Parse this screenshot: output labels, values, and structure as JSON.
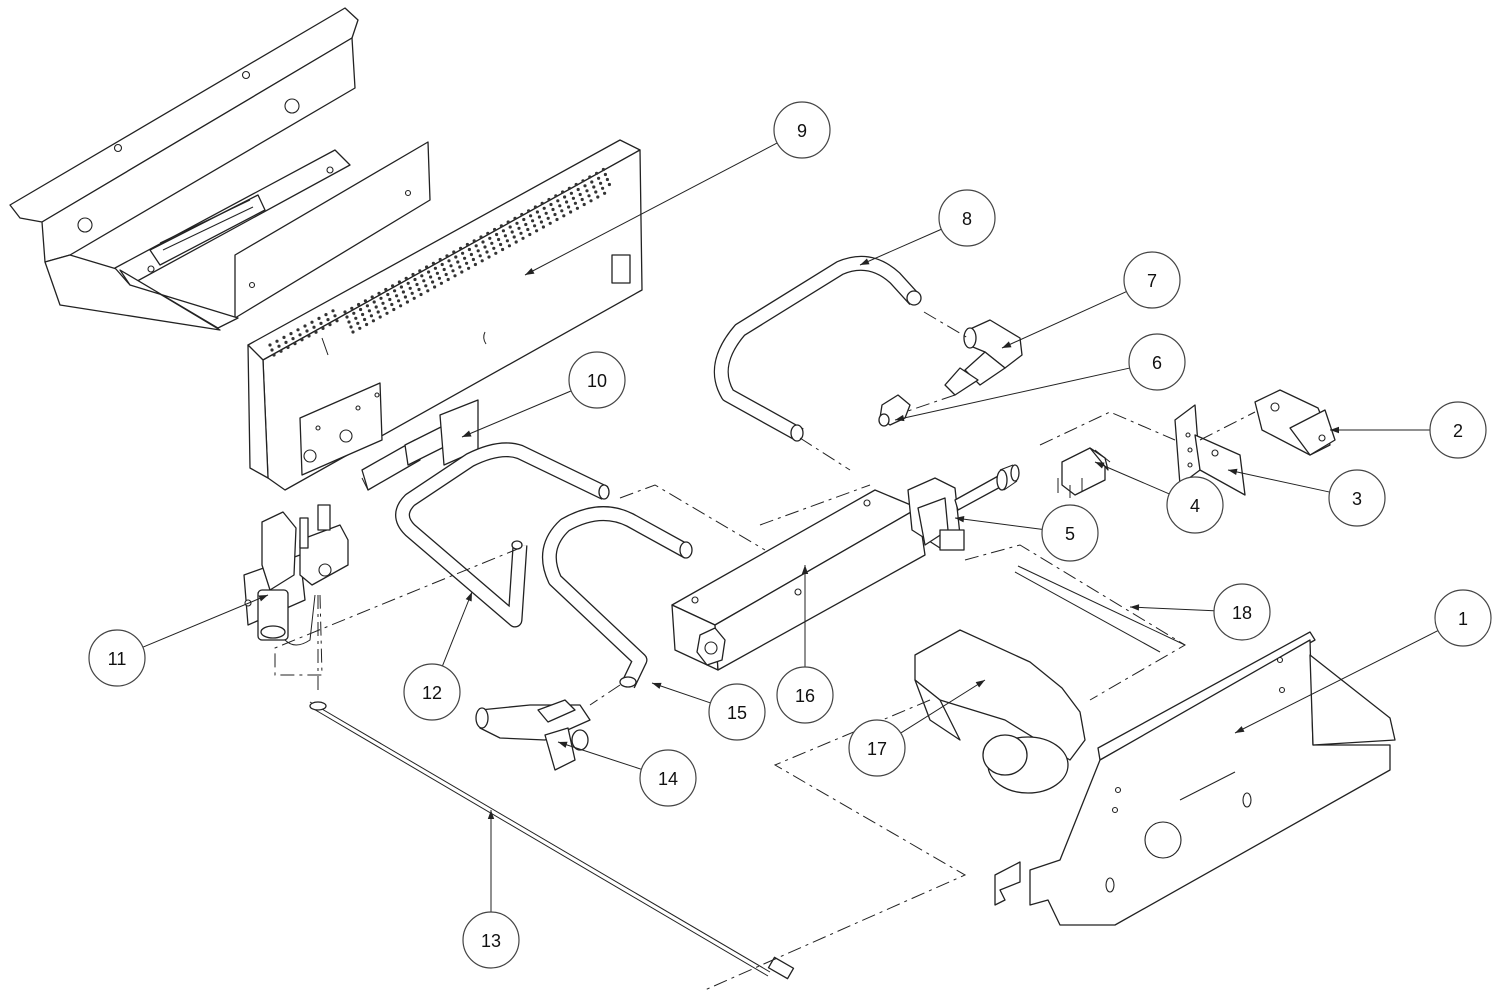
{
  "diagram": {
    "callouts": [
      "1",
      "2",
      "3",
      "4",
      "5",
      "6",
      "7",
      "8",
      "9",
      "10",
      "11",
      "12",
      "13",
      "14",
      "15",
      "16",
      "17",
      "18"
    ]
  }
}
